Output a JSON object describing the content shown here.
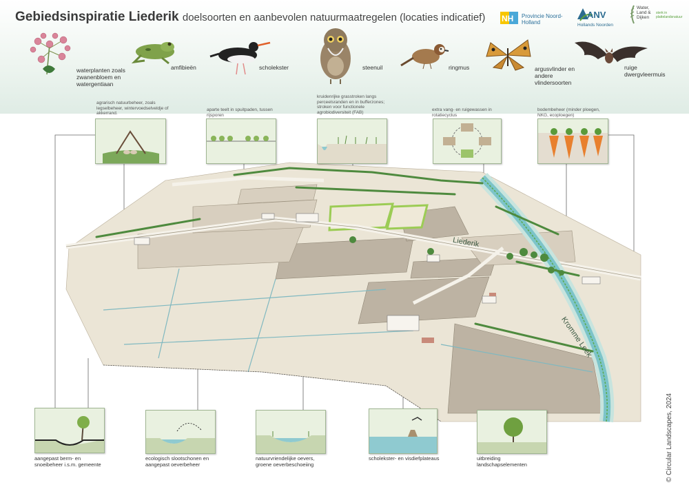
{
  "header": {
    "title": "Gebiedsinspiratie Liederik",
    "subtitle": "doelsoorten en aanbevolen natuurmaatregelen (locaties indicatief)"
  },
  "logos": {
    "provincie": "Provincie Noord-Holland",
    "anv_mark": "ANV",
    "anv_name": "Hollands Noorden",
    "wld_title": "Water, Land & Dijken",
    "wld_tagline": "sterk in plattelandsnatuur"
  },
  "species": [
    {
      "label": "waterplanten zoals zwanenbloem en watergentiaan",
      "icon": "flower-icon"
    },
    {
      "label": "amfibieën",
      "icon": "frog-icon"
    },
    {
      "label": "scholekster",
      "icon": "oystercatcher-icon"
    },
    {
      "label": "steenuil",
      "icon": "owl-icon"
    },
    {
      "label": "ringmus",
      "icon": "sparrow-icon"
    },
    {
      "label": "argusvlinder en andere vlindersoorten",
      "icon": "butterfly-icon"
    },
    {
      "label": "ruige dwergvleermuis",
      "icon": "bat-icon"
    }
  ],
  "top_measures": [
    {
      "caption": "agrarisch natuurbeheer, zoals legselbeheer, wintervoedselveldje of akkerrand."
    },
    {
      "caption": "aparte teelt in spuitpaden, tussen rijsporen"
    },
    {
      "caption": "kruidenrijke grasstroken langs perceelsranden en in bufferzones; stroken voor functionele agrobiodiversiteit (FAB)"
    },
    {
      "caption": "extra vang- en ruigewassen in rotatiecyclus"
    },
    {
      "caption": "bodembeheer (minder ploegen, NKG, ecoploegen)"
    }
  ],
  "bottom_measures": [
    {
      "caption": "aangepast berm- en snoeibeheer i.s.m. gemeente"
    },
    {
      "caption": "ecologisch slootschonen en aangepast oeverbeheer"
    },
    {
      "caption": "natuurvriendelijke oevers, groene oeverbeschoeiing"
    },
    {
      "caption": "scholekster- en visdiefplateaus"
    },
    {
      "caption": "uitbreiding landschapselementen"
    }
  ],
  "map_labels": {
    "road": "Liederik",
    "canal": "Kromme Leek"
  },
  "copyright": "© Circular Landscapes, 2024",
  "colors": {
    "field_light": "#ece6d8",
    "field_dark": "#bfb4a3",
    "hedge": "#4e8a3e",
    "water": "#9fd0d4",
    "card_bg": "#e9f1e0"
  }
}
